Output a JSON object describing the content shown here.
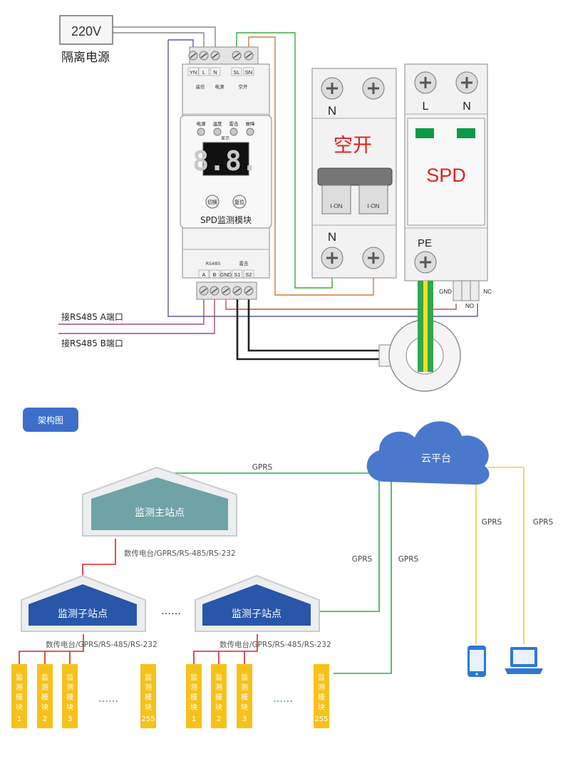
{
  "wiring": {
    "power": {
      "voltage": "220V",
      "caption": "隔离电源"
    },
    "module": {
      "top_terminals": [
        "YN",
        "L",
        "N",
        "SL",
        "SN"
      ],
      "top_groups": [
        "遥信",
        "电源",
        "空开"
      ],
      "indicators": [
        "电源",
        "温度",
        "雷击",
        "故障"
      ],
      "display_label": "显示",
      "display_value": "8.8.",
      "buttons": [
        "切换",
        "复位"
      ],
      "name": "SPD监测模块",
      "bottom_groups": [
        "RS485",
        "雷击"
      ],
      "bottom_terminals": [
        "A",
        "B",
        "GND",
        "S1",
        "S2"
      ]
    },
    "breaker": {
      "top_label": "N",
      "title": "空开",
      "handle_labels": [
        "I-ON",
        "I-ON"
      ],
      "bottom_label": "N"
    },
    "spd": {
      "top_labels": [
        "L",
        "N"
      ],
      "title": "SPD",
      "pe_label": "PE",
      "gnd_label": "GND",
      "nc_label": "NC",
      "no_label": "NO"
    },
    "rs485_a": "接RS485 A端口",
    "rs485_b": "接RS485 B端口"
  },
  "architecture": {
    "badge": "架构图",
    "cloud": "云平台",
    "main_station": "监测主站点",
    "main_link": "数传电台/GPRS/RS-485/RS-232",
    "sub_stations": [
      "监测子站点",
      "监测子站点"
    ],
    "ellipsis": "……",
    "sub_links": [
      "数传电台/GPRS/RS-485/RS-232",
      "数传电台/GPRS/RS-485/RS-232"
    ],
    "modules_left": [
      "监测模块1",
      "监测模块2",
      "监测模块3",
      "监测模块255"
    ],
    "modules_right": [
      "监测模块1",
      "监测模块2",
      "监测模块3",
      "监测模块255"
    ],
    "gprs": [
      "GPRS",
      "GPRS",
      "GPRS",
      "GPRS",
      "GPRS"
    ],
    "devices": [
      "phone-icon",
      "laptop-icon"
    ],
    "colors": {
      "badge": "#3d6fc9",
      "cloud": "#4a78cc",
      "main_station": "#6fa3a6",
      "sub_station": "#2856a8",
      "module": "#f6c21a",
      "link_red": "#e02020",
      "link_green": "#2fa84f",
      "link_yellow": "#f4c842",
      "device_blue": "#2c78d4"
    }
  }
}
